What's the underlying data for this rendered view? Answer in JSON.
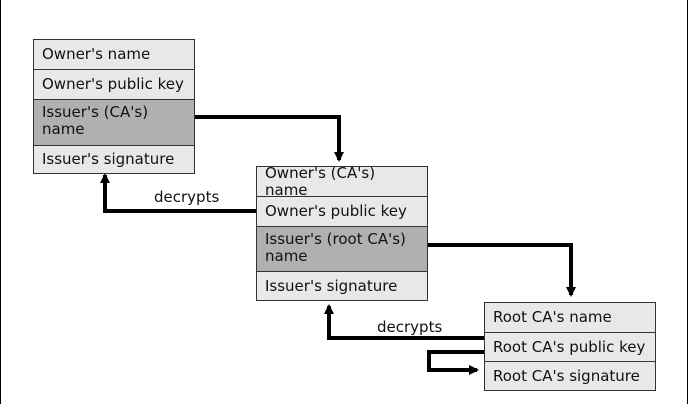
{
  "certificates": [
    {
      "fields": [
        "Owner's name",
        "Owner's public key",
        "Issuer's (CA's) name",
        "Issuer's signature"
      ]
    },
    {
      "fields": [
        "Owner's (CA's) name",
        "Owner's public key",
        "Issuer's (root CA's) name",
        "Issuer's signature"
      ]
    },
    {
      "fields": [
        "Root CA's name",
        "Root CA's public key",
        "Root CA's signature"
      ]
    }
  ],
  "arrow_labels": [
    "decrypts",
    "decrypts"
  ]
}
